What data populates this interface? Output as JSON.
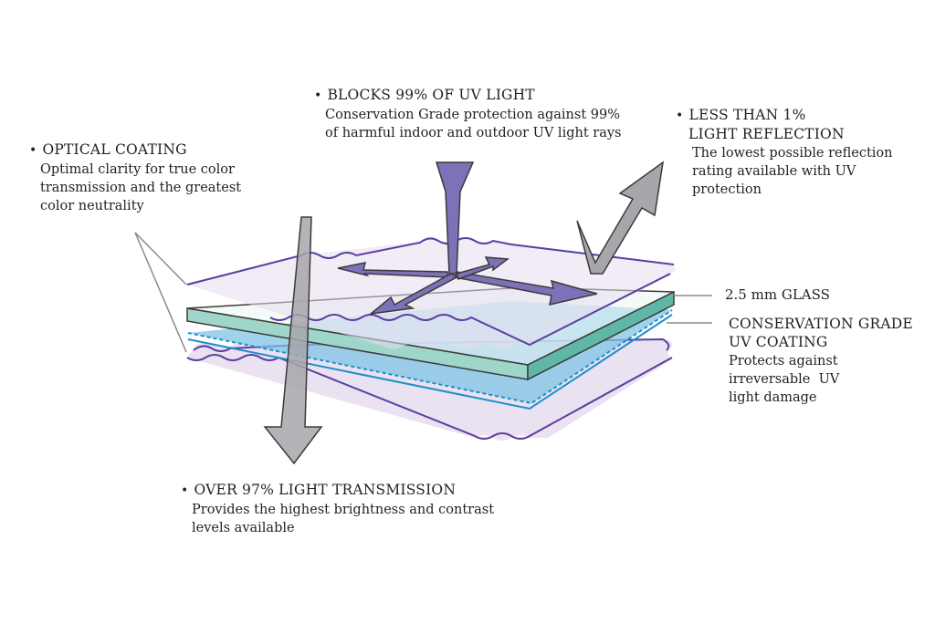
{
  "callouts": {
    "blocks_uv": {
      "heading": "BLOCKS 99% OF UV LIGHT",
      "body": [
        "Conservation Grade protection against 99%",
        "of harmful indoor and outdoor UV light rays"
      ]
    },
    "less_reflection": {
      "heading": [
        "LESS THAN 1%",
        "LIGHT REFLECTION"
      ],
      "body": [
        "The lowest possible reflection",
        "rating available with UV",
        "protection"
      ]
    },
    "optical_coating": {
      "heading": "OPTICAL COATING",
      "body": [
        "Optimal clarity for true color",
        "transmission and the greatest",
        "color neutrality"
      ]
    },
    "light_transmission": {
      "heading": "OVER 97% LIGHT TRANSMISSION",
      "body": [
        "Provides the highest brightness and contrast",
        "levels available"
      ]
    },
    "uv_coating": {
      "heading": [
        "CONSERVATION GRADE",
        "UV COATING"
      ],
      "body": [
        "Protects against",
        "irreversable  UV",
        "light damage"
      ]
    }
  },
  "labels": {
    "glass": "2.5 mm GLASS"
  },
  "bullet": "•",
  "colors": {
    "coating_fill": "#e6dcef",
    "coating_edge": "#5a3fa0",
    "glass_top": "#e9f6f2",
    "glass_edge": "#5fb7a8",
    "uv_layer": "#7fc3e4",
    "uv_edge": "#1d8fc9",
    "uv_arrow": "#7b72b8",
    "grey_arrow": "#a7a6ab",
    "leader_line": "#8a8a8a"
  }
}
